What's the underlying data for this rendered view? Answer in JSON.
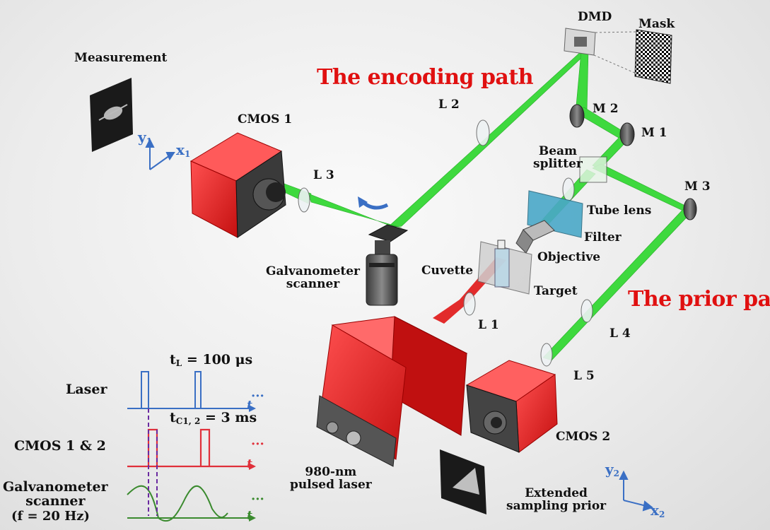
{
  "titles": {
    "encoding_path": "The encoding path",
    "prior_path": "The prior path"
  },
  "labels": {
    "measurement": "Measurement",
    "cmos1": "CMOS 1",
    "cmos2": "CMOS 2",
    "dmd": "DMD",
    "mask": "Mask",
    "l1": "L 1",
    "l2": "L 2",
    "l3": "L 3",
    "l4": "L 4",
    "l5": "L 5",
    "m1": "M 1",
    "m2": "M 2",
    "m3": "M 3",
    "beam_splitter_1": "Beam",
    "beam_splitter_2": "splitter",
    "tube_lens": "Tube lens",
    "filter": "Filter",
    "objective": "Objective",
    "cuvette": "Cuvette",
    "target": "Target",
    "galvo_1": "Galvanometer",
    "galvo_2": "scanner",
    "laser_src_1": "980-nm",
    "laser_src_2": "pulsed laser",
    "prior_1": "Extended",
    "prior_2": "sampling prior"
  },
  "axes": {
    "top": {
      "y": "y",
      "y_sub": "1",
      "x": "x",
      "x_sub": "1"
    },
    "bottom": {
      "y": "y",
      "y_sub": "2",
      "x": "x",
      "x_sub": "2"
    }
  },
  "timing": {
    "laser_label": "Laser",
    "cmos_label": "CMOS 1 & 2",
    "galvo_label_1": "Galvanometer",
    "galvo_label_2": "scanner",
    "galvo_freq": "(f = 20 Hz)",
    "tl_text": "t",
    "tl_sub": "L",
    "tl_value": " = 100 μs",
    "tc_text": "t",
    "tc_sub": "C1, 2",
    "tc_value": " = 3 ms",
    "axis_t": "t",
    "ellipsis": "···",
    "colors": {
      "laser": "#3a6fc4",
      "cmos": "#e0303a",
      "galvo": "#3a8a2e",
      "marker": "#6a2aa0"
    }
  },
  "colors": {
    "beam": "#2fd52f",
    "red_beam": "#e01010",
    "camera": "#e8262a",
    "title": "#e01010"
  }
}
